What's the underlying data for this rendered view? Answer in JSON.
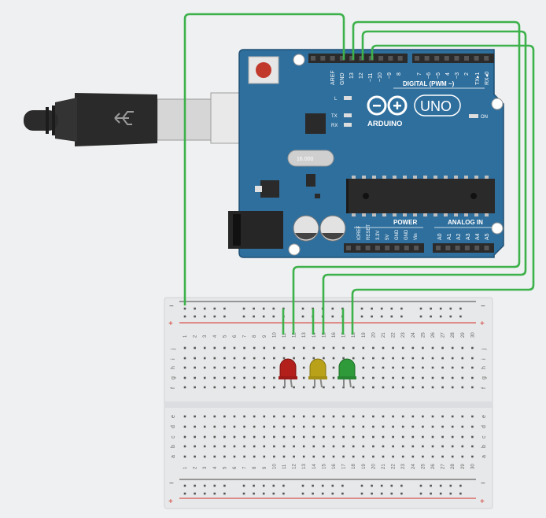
{
  "colors": {
    "background": "#eef0f2",
    "board": "#2f6f9d",
    "board_edge": "#1f4f73",
    "wire": "#3db14a",
    "breadboard": "#e7e8e9",
    "rail_red": "#d3312a",
    "rail_dark": "#444444",
    "led_red": "#b3201c",
    "led_yellow": "#b9a21a",
    "led_green": "#2f9a3a"
  },
  "arduino": {
    "logo_text": "ARDUINO",
    "model": "UNO",
    "crystal_label": "16.000",
    "digital_header_label": "DIGITAL (PWM ~)",
    "power_label": "POWER",
    "analog_label": "ANALOG IN",
    "led_l": "L",
    "led_tx": "TX",
    "led_rx": "RX",
    "led_on": "ON",
    "top_pins_left": [
      "AREF",
      "GND",
      "13",
      "12",
      "~11",
      "~10",
      "~9",
      "8"
    ],
    "top_pins_right": [
      "7",
      "~6",
      "~5",
      "4",
      "~3",
      "2",
      "TX▸1",
      "RX◂0"
    ],
    "power_pins": [
      "IOREF",
      "RESET",
      "3.3V",
      "5V",
      "GND",
      "GND",
      "Vin"
    ],
    "analog_pins": [
      "A0",
      "A1",
      "A2",
      "A3",
      "A4",
      "A5"
    ]
  },
  "breadboard": {
    "rail_minus": "−",
    "rail_plus": "+",
    "row_letters_top": [
      "j",
      "i",
      "h",
      "g",
      "f"
    ],
    "row_letters_bottom": [
      "e",
      "d",
      "c",
      "b",
      "a"
    ],
    "column_numbers": [
      "1",
      "2",
      "3",
      "4",
      "5",
      "6",
      "7",
      "8",
      "9",
      "10",
      "11",
      "12",
      "13",
      "14",
      "15",
      "16",
      "17",
      "18",
      "19",
      "20",
      "21",
      "22",
      "23",
      "24",
      "25",
      "26",
      "27",
      "28",
      "29",
      "30"
    ]
  },
  "leds": [
    {
      "name": "red-led",
      "color": "#b3201c"
    },
    {
      "name": "yellow-led",
      "color": "#b9a21a"
    },
    {
      "name": "green-led",
      "color": "#2f9a3a"
    }
  ]
}
